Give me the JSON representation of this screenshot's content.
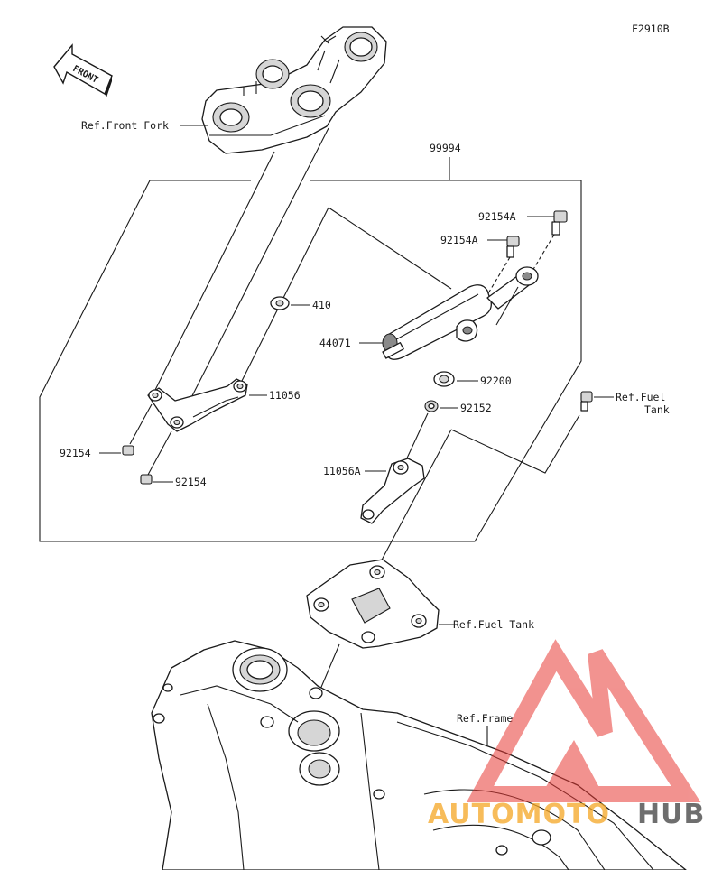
{
  "figure_code": "F2910B",
  "front_arrow_label": "FRONT",
  "labels": {
    "ref_front_fork": "Ref.Front Fork",
    "assembly": "99994",
    "bolt_a1": "92154A",
    "bolt_a2": "92154A",
    "washer": "410",
    "damper": "44071",
    "bracket": "11056",
    "collar": "92200",
    "spacer": "92152",
    "bolt_left1": "92154",
    "bolt_left2": "92154",
    "bracket_a": "11056A",
    "ref_fuel_tank_1a": "Ref.Fuel",
    "ref_fuel_tank_1b": "Tank",
    "ref_fuel_tank_2": "Ref.Fuel Tank",
    "ref_frame": "Ref.Frame"
  },
  "watermark": {
    "text_orange": "AUTOMOTO",
    "text_gray": "HUB",
    "color_red": "#e83a35",
    "color_orange": "#f5a623",
    "color_gray": "#555555"
  }
}
